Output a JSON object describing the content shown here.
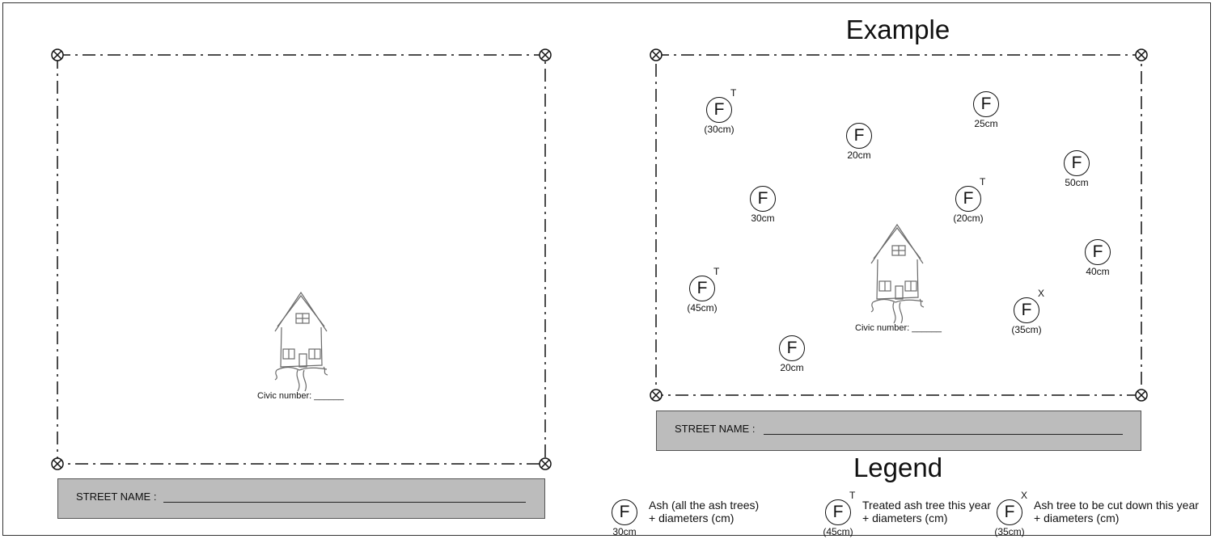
{
  "left_panel": {
    "civic_label": "Civic number: ______",
    "street_label": "STREET NAME :"
  },
  "example": {
    "title": "Example",
    "civic_label": "Civic number: ______",
    "street_label": "STREET NAME :",
    "trees": [
      {
        "letter": "F",
        "mark": "T",
        "size": "(30cm)"
      },
      {
        "letter": "F",
        "mark": "",
        "size": "20cm"
      },
      {
        "letter": "F",
        "mark": "",
        "size": "25cm"
      },
      {
        "letter": "F",
        "mark": "",
        "size": "50cm"
      },
      {
        "letter": "F",
        "mark": "",
        "size": "30cm"
      },
      {
        "letter": "F",
        "mark": "T",
        "size": "(20cm)"
      },
      {
        "letter": "F",
        "mark": "",
        "size": "40cm"
      },
      {
        "letter": "F",
        "mark": "T",
        "size": "(45cm)"
      },
      {
        "letter": "F",
        "mark": "X",
        "size": "(35cm)"
      },
      {
        "letter": "F",
        "mark": "",
        "size": "20cm"
      }
    ]
  },
  "legend": {
    "title": "Legend",
    "items": [
      {
        "letter": "F",
        "mark": "",
        "size": "30cm",
        "line1": "Ash (all the ash trees)",
        "line2": "+ diameters (cm)"
      },
      {
        "letter": "F",
        "mark": "T",
        "size": "(45cm)",
        "line1": "Treated ash tree this year",
        "line2": "+ diameters (cm)"
      },
      {
        "letter": "F",
        "mark": "X",
        "size": "(35cm)",
        "line1": "Ash tree to be cut down this year",
        "line2": "+ diameters (cm)"
      }
    ]
  }
}
